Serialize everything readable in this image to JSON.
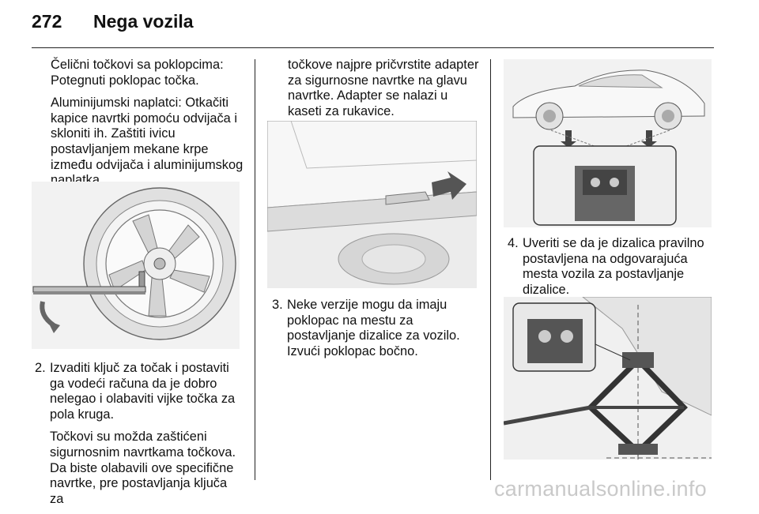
{
  "header": {
    "page_number": "272",
    "title": "Nega vozila"
  },
  "col1": {
    "para1": "Čelični točkovi sa poklopcima: Potegnuti poklopac točka.",
    "para2": "Aluminijumski naplatci: Otkačiti kapice navrtki pomoću odvijača i skloniti ih. Zaštiti ivicu postavljanjem mekane krpe između odvijača i aluminijumskog naplatka.",
    "step2_num": "2.",
    "step2_text": "Izvaditi ključ za točak i postaviti ga vodeći računa da je dobro nelegao i olabaviti vijke točka za pola kruga.",
    "step2_note": "Točkovi su možda zaštićeni sigurnosnim navrtkama točkova. Da biste olabavili ove specifične navrtke, pre postavljanja ključa za"
  },
  "col2": {
    "para1": "točkove najpre pričvrstite adapter za sigurnosne navrtke na glavu navrtke. Adapter se nalazi u kaseti za rukavice.",
    "step3_num": "3.",
    "step3_text": "Neke verzije mogu da imaju poklopac na mestu za postavljanje dizalice za vozilo. Izvući poklopac bočno."
  },
  "col3": {
    "step4_num": "4.",
    "step4_text": "Uveriti se da je dizalica pravilno postavljena na odgovarajuća mesta vozila za postavljanje dizalice."
  },
  "footer": {
    "watermark": "carmanualsonline.info"
  }
}
